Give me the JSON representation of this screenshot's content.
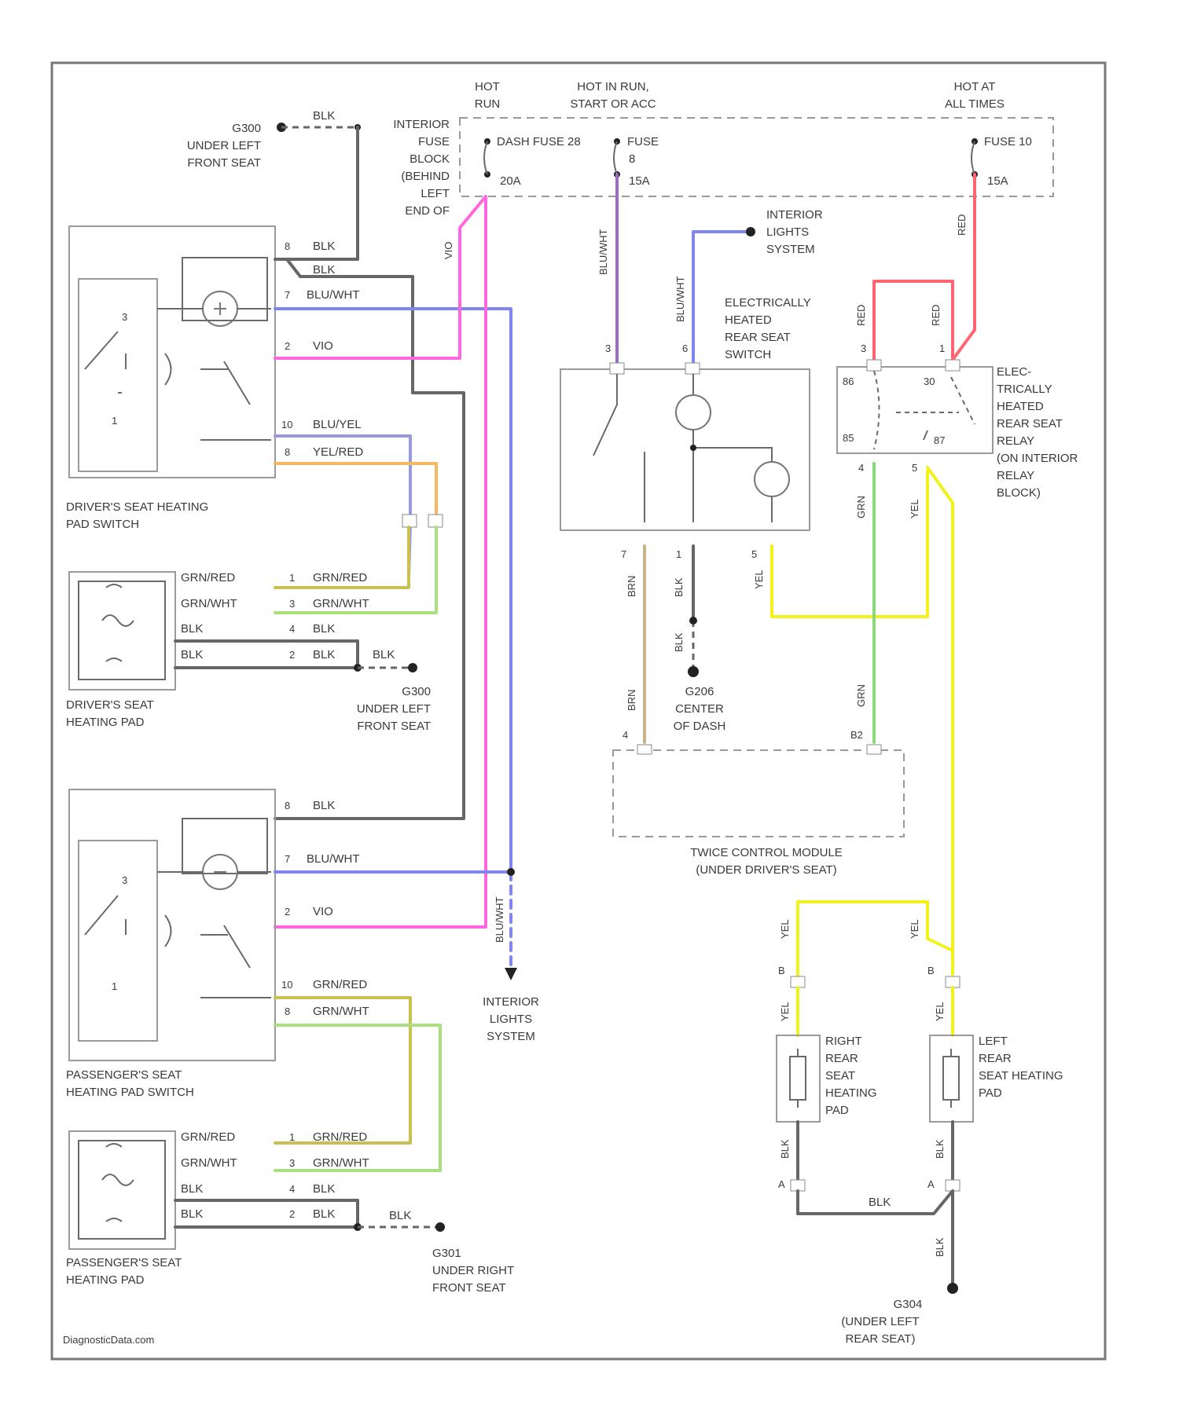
{
  "colors": {
    "blk": "#666666",
    "blu_wht": "#7f86ee",
    "vio": "#ff66e0",
    "blu_vel": "#9898dc",
    "yel_red": "#f5b860",
    "grn_red": "#c8c050",
    "grn_wht": "#a8e080",
    "red": "#ff6470",
    "yel": "#f2f21a",
    "grn": "#8ad878",
    "brn": "#c8b48a",
    "blu_wht2": "#9a6cc8"
  },
  "power": {
    "hot_run": "HOT\nRUN",
    "hot_run_start_acc": "HOT IN RUN,\nSTART OR ACC",
    "hot_all_times": "HOT AT\nALL TIMES",
    "fuse_block": "INTERIOR\nFUSE\nBLOCK\n(BEHIND\nLEFT\nEND OF",
    "fuse_dash": "DASH FUSE 28",
    "fuse_dash_amp": "20A",
    "fuse_8": "FUSE\n8",
    "fuse_8_amp": "15A",
    "fuse_10": "FUSE 10",
    "fuse_10_amp": "15A"
  },
  "grounds": {
    "g300_top": "G300\nUNDER LEFT\nFRONT SEAT",
    "g300_mid": "G300\nUNDER LEFT\nFRONT SEAT",
    "g301": "G301\nUNDER RIGHT\nFRONT SEAT",
    "g206": "G206\nCENTER\nOF DASH",
    "g304": "G304\nUNDER LEFT\nREAR SEAT"
  },
  "components": {
    "driver_switch": "DRIVER'S SEAT HEATING\nPAD SWITCH",
    "driver_pad": "DRIVER'S SEAT\nHEATING PAD",
    "passenger_switch": "PASSENGER'S SEAT\nHEATING PAD SWITCH",
    "passenger_pad": "PASSENGER'S SEAT\nHEATING PAD",
    "rear_switch": "ELECTRICALLY\nHEATED\nREAR SEAT\nSWITCH",
    "relay": "ELEC-\nTRICALLY\nHEATED\nREAR SEAT\nRELAY\n(ON INTERIOR\nRELAY\nBLOCK)",
    "tmcm": "TWICE CONTROL MODULE\n(UNDER DRIVER'S SEAT)",
    "interior_lights_top": "INTERIOR\nLIGHTS\nSYSTEM",
    "interior_lights_bottom": "INTERIOR\nLIGHTS\nSYSTEM",
    "right_rear_pad": "RIGHT\nREAR\nSEAT\nHEATING\nPAD",
    "left_rear_pad": "LEFT\nREAR\nSEAT HEATING\nPAD"
  },
  "wires": {
    "blk": "BLK",
    "blu_wht": "BLU/WHT",
    "vio": "VIO",
    "blu_yel": "BLU/YEL",
    "yel_red": "YEL/RED",
    "grn_red": "GRN/RED",
    "grn_wht": "GRN/WHT",
    "red": "RED",
    "yel": "YEL",
    "grn": "GRN",
    "brn": "BRN"
  },
  "pins": {
    "p1": "1",
    "p2": "2",
    "p3": "3",
    "p4": "4",
    "p5": "5",
    "p7": "7",
    "p8": "8",
    "p10": "10",
    "p85": "85",
    "p86": "86",
    "p30": "30",
    "p87": "87",
    "pA": "A",
    "pB": "B",
    "pB2": "B2"
  },
  "footer": {
    "watermark": "DiagnosticData.com"
  }
}
